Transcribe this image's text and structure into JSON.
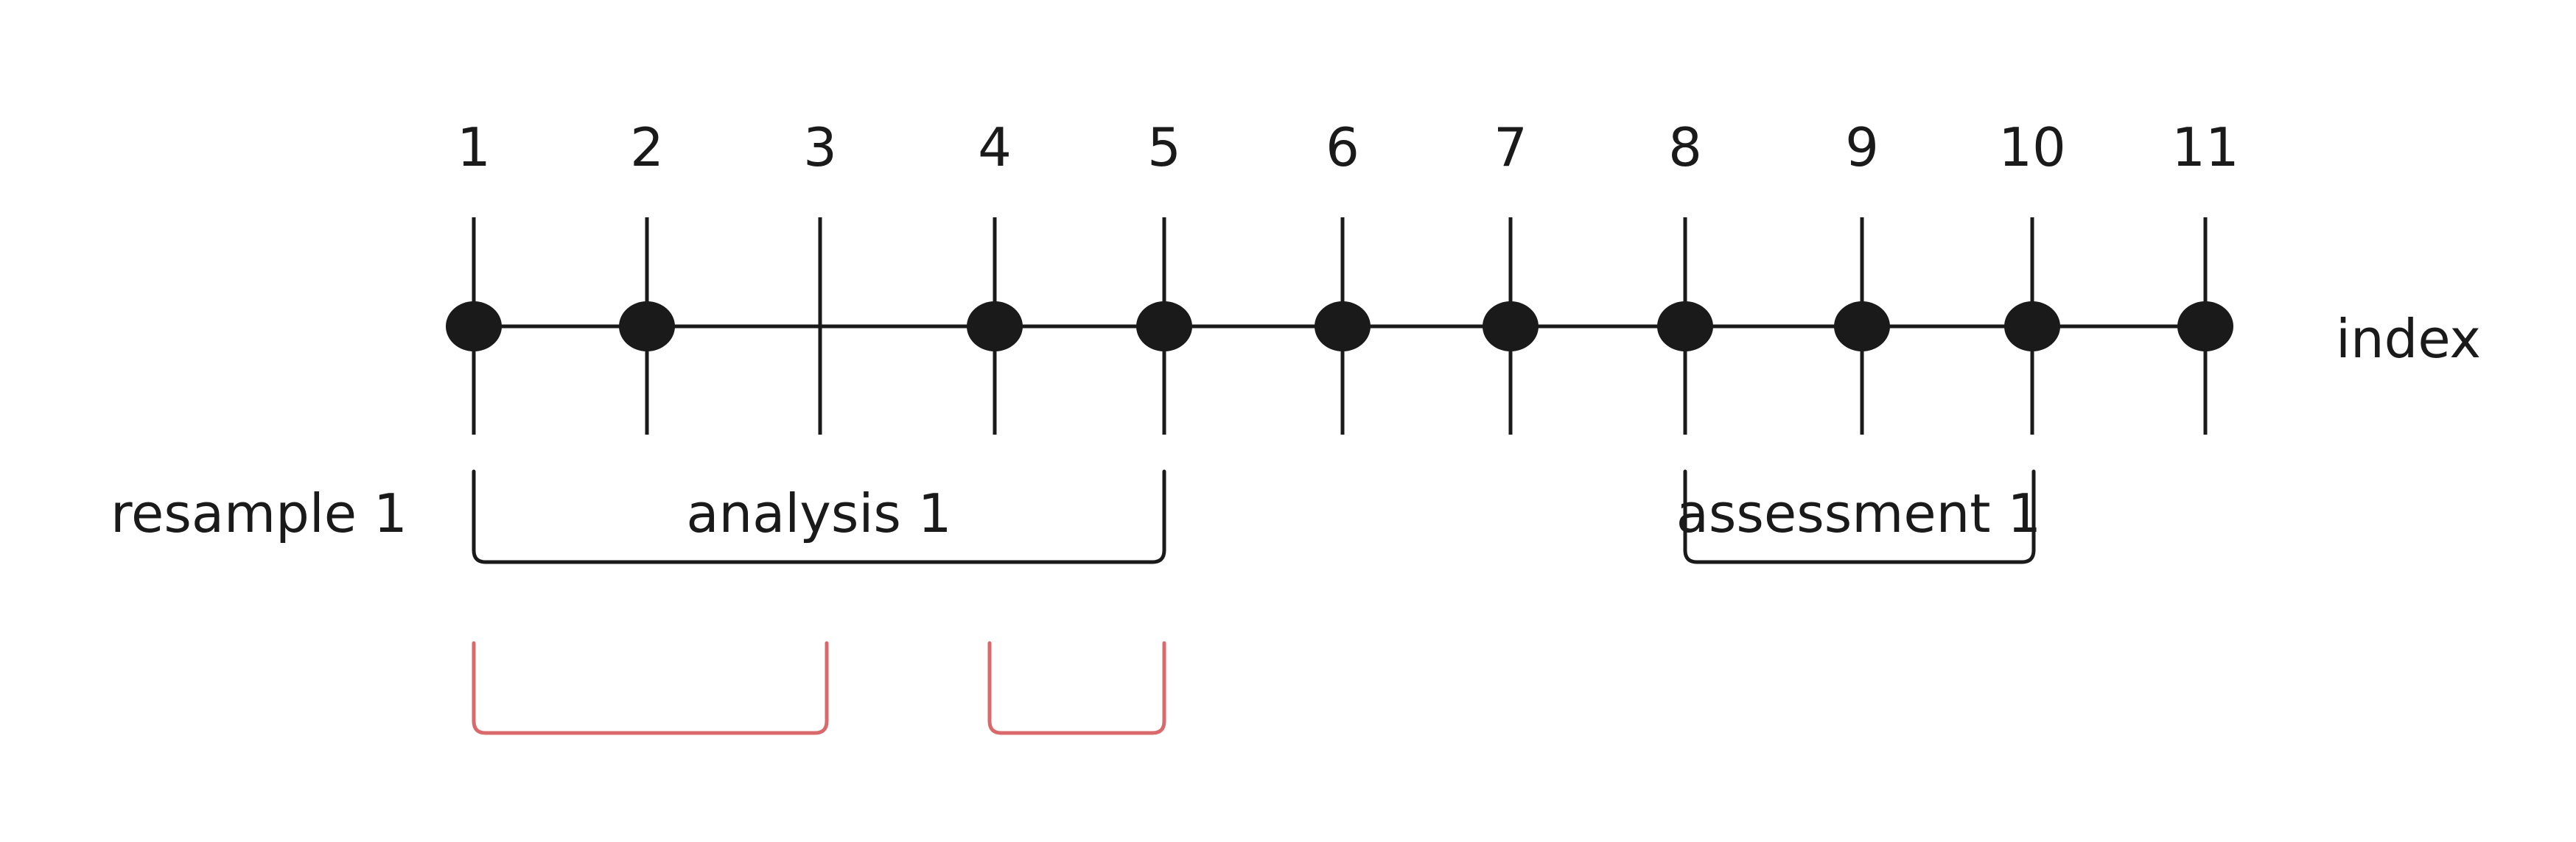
{
  "index_axis": {
    "label": "index",
    "ticks": [
      "1",
      "2",
      "3",
      "4",
      "5",
      "6",
      "7",
      "8",
      "9",
      "10",
      "11"
    ],
    "points_present": [
      true,
      true,
      false,
      true,
      true,
      true,
      true,
      true,
      true,
      true,
      true
    ]
  },
  "row_label": "resample 1",
  "analysis": {
    "label": "analysis 1",
    "from": 1,
    "to": 5
  },
  "assessment": {
    "label": "assessment 1",
    "from": 8,
    "to": 10
  },
  "sub_brackets": [
    {
      "from": 1,
      "to": 3
    },
    {
      "from": 4,
      "to": 5
    }
  ],
  "colors": {
    "line": "#1a1a1a",
    "point": "#1a1a1a",
    "sub_bracket": "#d9696a"
  }
}
